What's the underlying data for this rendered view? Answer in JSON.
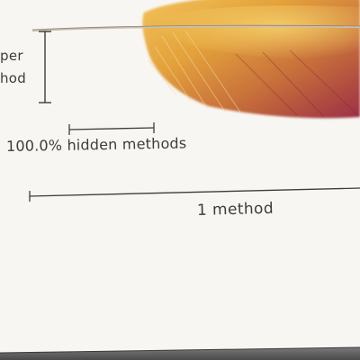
{
  "labels": {
    "top_line_1": "per",
    "top_line_2": "hod",
    "hidden_methods": "100.0% hidden methods",
    "one_method": "1 method"
  },
  "colors": {
    "paper": "#f7f6f2",
    "ink": "#3e3c3a",
    "feather_gold": "#e8a83a",
    "feather_red": "#a83a4a",
    "surface": "#5a5a5a"
  }
}
